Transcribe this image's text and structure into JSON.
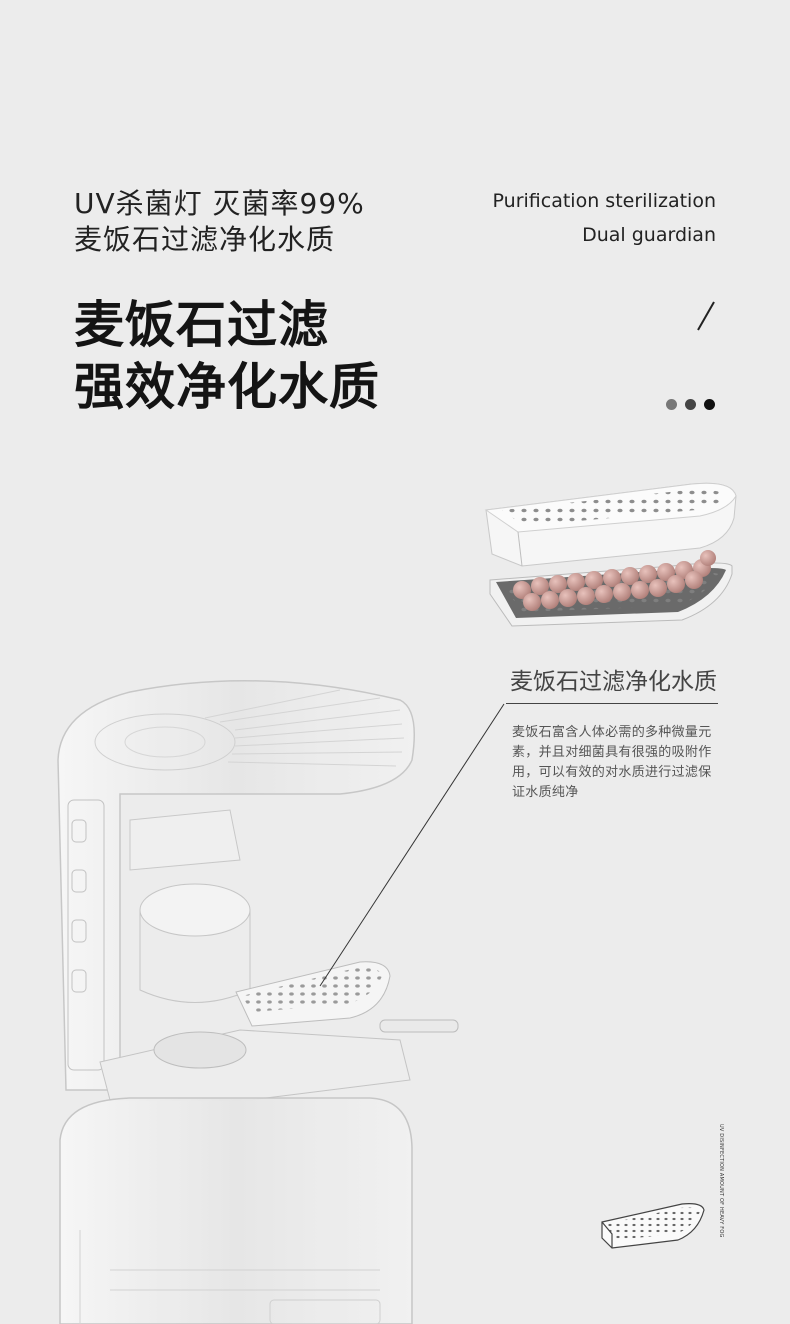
{
  "header": {
    "subtitle_line1": "UV杀菌灯 灭菌率99%",
    "subtitle_line2": "麦饭石过滤净化水质",
    "english_line1": "Purification sterilization",
    "english_line2": "Dual guardian"
  },
  "headline": {
    "line1": "麦饭石过滤",
    "line2": "强效净化水质"
  },
  "pager": {
    "total": 3,
    "active_index": 2,
    "colors": {
      "inactive_light": "#777777",
      "inactive_dark": "#444444",
      "active": "#111111"
    }
  },
  "feature": {
    "title": "麦饭石过滤净化水质",
    "description": "麦饭石富含人体必需的多种微量元素，并且对细菌具有很强的吸附作用，可以有效的对水质进行过滤保证水质纯净"
  },
  "side": {
    "vertical_text": "UV DISINFECTION AMOUNT OF HEAVY FOG"
  },
  "colors": {
    "background": "#ececec",
    "stone_pink": "#c99a94",
    "filter_white": "#f4f4f4"
  },
  "icons": {
    "slash": "slash-icon",
    "filter_cartridge": "filter-cartridge-icon",
    "mini_filter": "mini-filter-icon",
    "product": "product-render-icon"
  }
}
